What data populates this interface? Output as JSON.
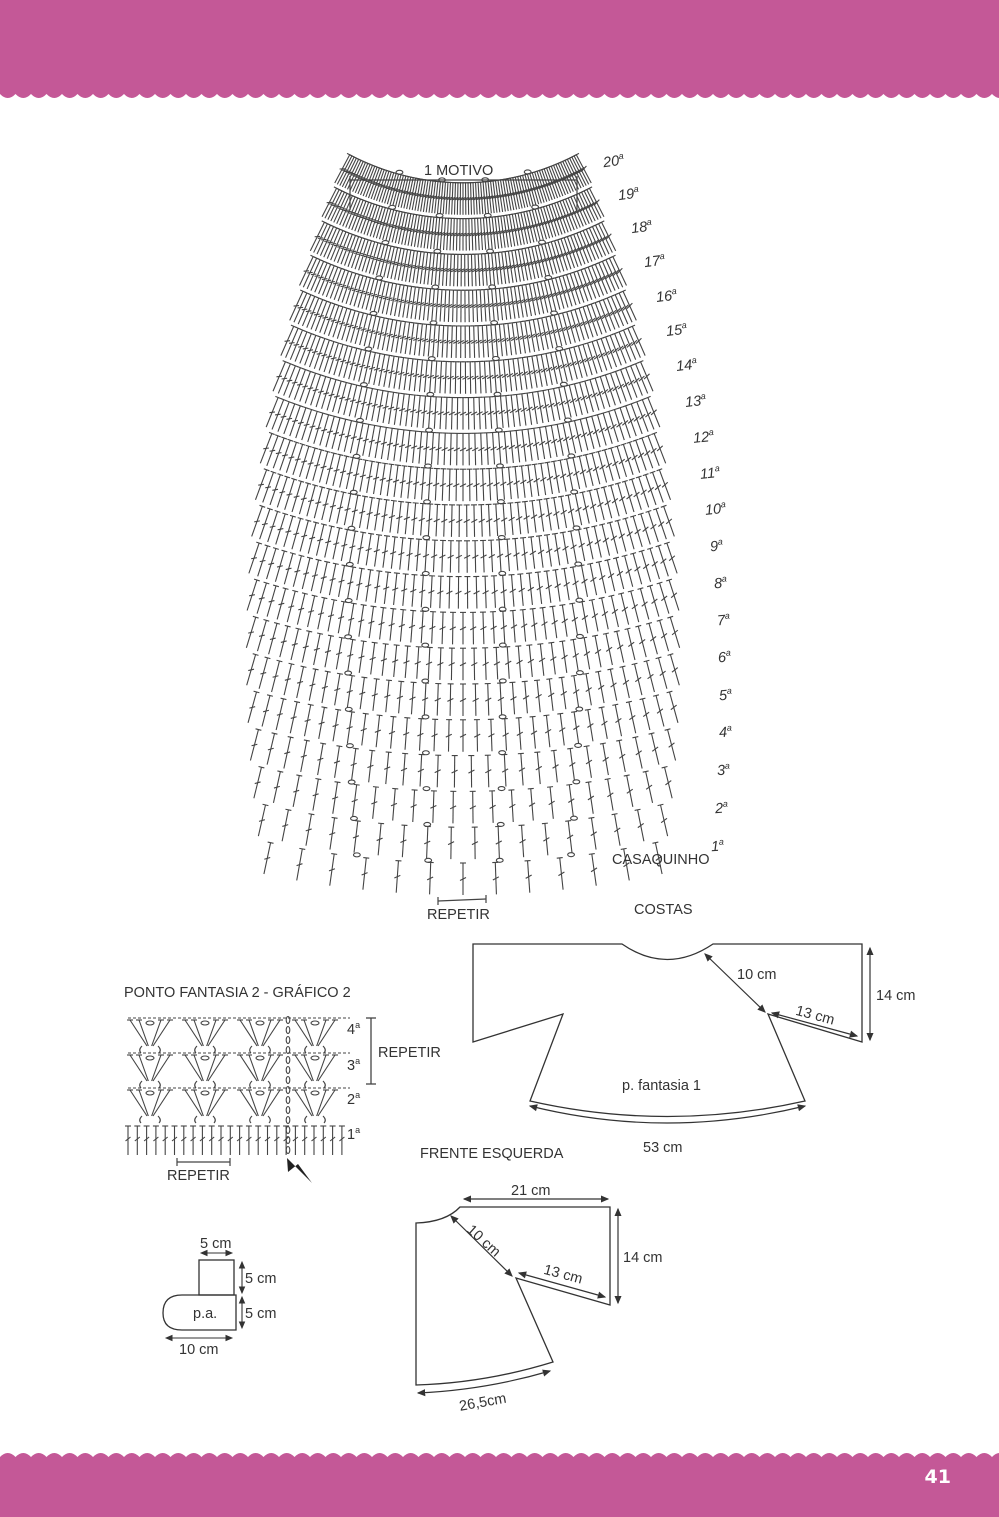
{
  "page": {
    "number": "41",
    "brand_color": "#c45897"
  },
  "fan_chart": {
    "motif_label": "1 MOTIVO",
    "repeat_label": "REPETIR",
    "rows": [
      "1",
      "2",
      "3",
      "4",
      "5",
      "6",
      "7",
      "8",
      "9",
      "10",
      "11",
      "12",
      "13",
      "14",
      "15",
      "16",
      "17",
      "18",
      "19",
      "20"
    ],
    "row_suffix": "a"
  },
  "title": {
    "garment": "CASAQUINHO",
    "piece_back": "COSTAS",
    "piece_front": "FRENTE ESQUERDA"
  },
  "stitch_chart_2": {
    "title": "PONTO FANTASIA 2 - GRÁFICO 2",
    "rows": [
      "1",
      "2",
      "3",
      "4"
    ],
    "row_suffix": "a",
    "repeat_rows_label": "REPETIR",
    "repeat_stitches_label": "REPETIR"
  },
  "back_schematic": {
    "stitch_label": "p. fantasia 1",
    "neck_to_underarm": "10 cm",
    "sleeve_underside": "13 cm",
    "sleeve_height": "14 cm",
    "hem_width": "53 cm"
  },
  "front_schematic": {
    "top_width": "21 cm",
    "neck_to_underarm": "10 cm",
    "sleeve_underside": "13 cm",
    "sleeve_height": "14 cm",
    "hem_width": "26,5cm"
  },
  "bootie_schematic": {
    "cuff_width": "5 cm",
    "cuff_height": "5 cm",
    "foot_height": "5 cm",
    "foot_length": "10 cm",
    "stitch_label": "p.a."
  }
}
